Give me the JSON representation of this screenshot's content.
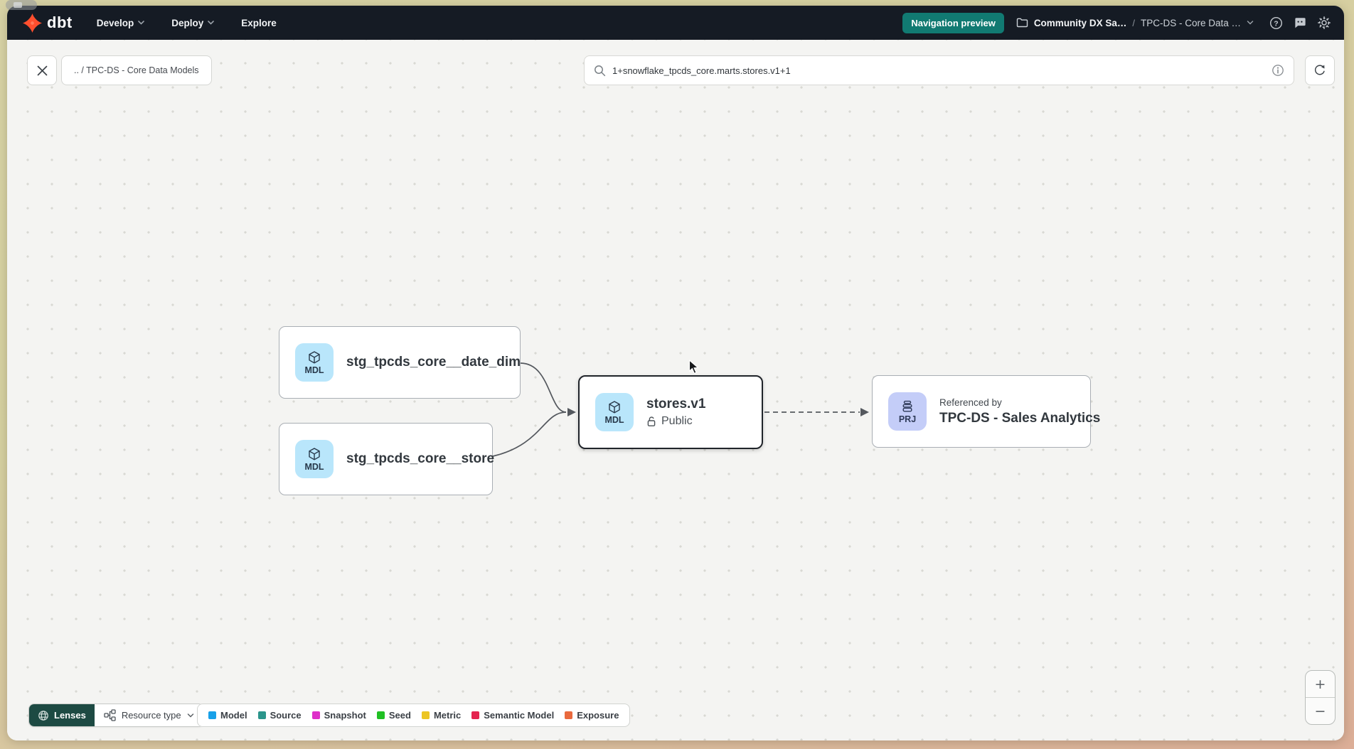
{
  "navbar": {
    "logo_text": "dbt",
    "menu_items": [
      {
        "label": "Develop"
      },
      {
        "label": "Deploy"
      },
      {
        "label": "Explore"
      }
    ],
    "preview_badge": "Navigation preview",
    "account": "Community DX Sa…",
    "separator": "/",
    "project": "TPC-DS - Core Data …"
  },
  "toolbar": {
    "path_chip": ".. / TPC-DS - Core Data Models",
    "search_value": "1+snowflake_tpcds_core.marts.stores.v1+1"
  },
  "graph": {
    "nodes": [
      {
        "badge": "MDL",
        "label": "stg_tpcds_core__date_dim"
      },
      {
        "badge": "MDL",
        "label": "stg_tpcds_core__store"
      },
      {
        "badge": "MDL",
        "label": "stores.v1",
        "access": "Public"
      },
      {
        "badge": "PRJ",
        "kicker": "Referenced by",
        "label": "TPC-DS - Sales Analytics"
      }
    ]
  },
  "footer": {
    "lenses_label": "Lenses",
    "resource_type_label": "Resource type",
    "legend": {
      "items": [
        {
          "label": "Model",
          "color": "#18a0e8"
        },
        {
          "label": "Source",
          "color": "#2b958b"
        },
        {
          "label": "Snapshot",
          "color": "#de2fc8"
        },
        {
          "label": "Seed",
          "color": "#21c024"
        },
        {
          "label": "Metric",
          "color": "#ecc523"
        },
        {
          "label": "Semantic Model",
          "color": "#e4234f"
        },
        {
          "label": "Exposure",
          "color": "#e9693d"
        }
      ]
    }
  },
  "zoom_controls": {
    "zoom_in": "+",
    "zoom_out": "−"
  }
}
